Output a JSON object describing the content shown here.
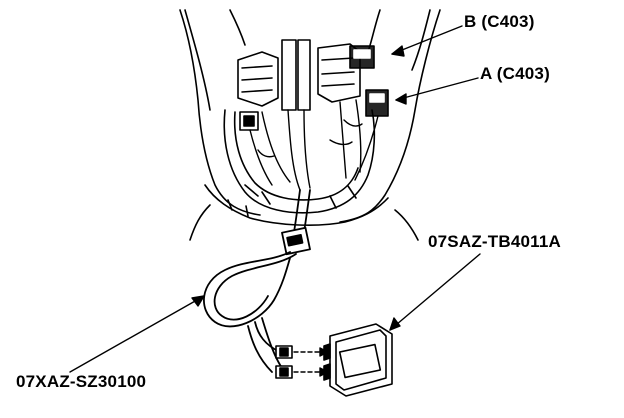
{
  "labels": {
    "connector_b": "B (C403)",
    "connector_a": "A (C403)",
    "unit_part_number": "07SAZ-TB4011A",
    "harness_part_number": "07XAZ-SZ30100"
  },
  "colors": {
    "line": "#000000",
    "background": "#ffffff"
  }
}
